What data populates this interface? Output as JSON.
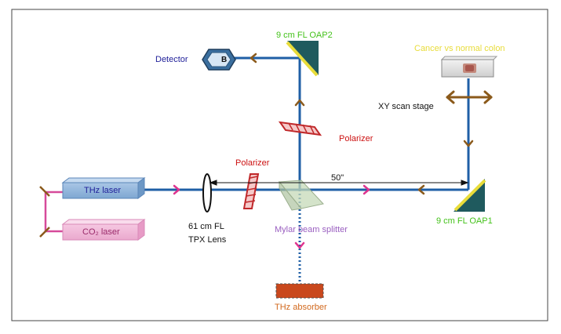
{
  "labels": {
    "oap2": "9 cm FL OAP2",
    "detector": "Detector",
    "detector_letter": "B",
    "sample": "Cancer vs normal colon",
    "xy_stage": "XY scan stage",
    "polarizer_top": "Polarizer",
    "polarizer_left": "Polarizer",
    "distance": "50\"",
    "thz_laser": "THz laser",
    "co2_laser": "CO₂ laser",
    "lens_line1": "61 cm FL",
    "lens_line2": "TPX Lens",
    "beam_splitter": "Mylar beam splitter",
    "oap1": "9 cm FL OAP1",
    "absorber": "THz absorber"
  },
  "colors": {
    "beam": "#1f5fa6",
    "co2_beam": "#d64a9a",
    "arrow_pink": "#e0348f",
    "arrow_brown": "#8b5a1b",
    "label_green": "#44c21a",
    "label_blue": "#22229a",
    "label_red": "#cc1111",
    "label_purple": "#9a5fc0",
    "label_orange": "#d2691e",
    "label_yellow": "#e8dc3a",
    "mirror_dark": "#1f5a5e",
    "polarizer_red": "#c0282a",
    "absorber_fill": "#c9481d"
  }
}
